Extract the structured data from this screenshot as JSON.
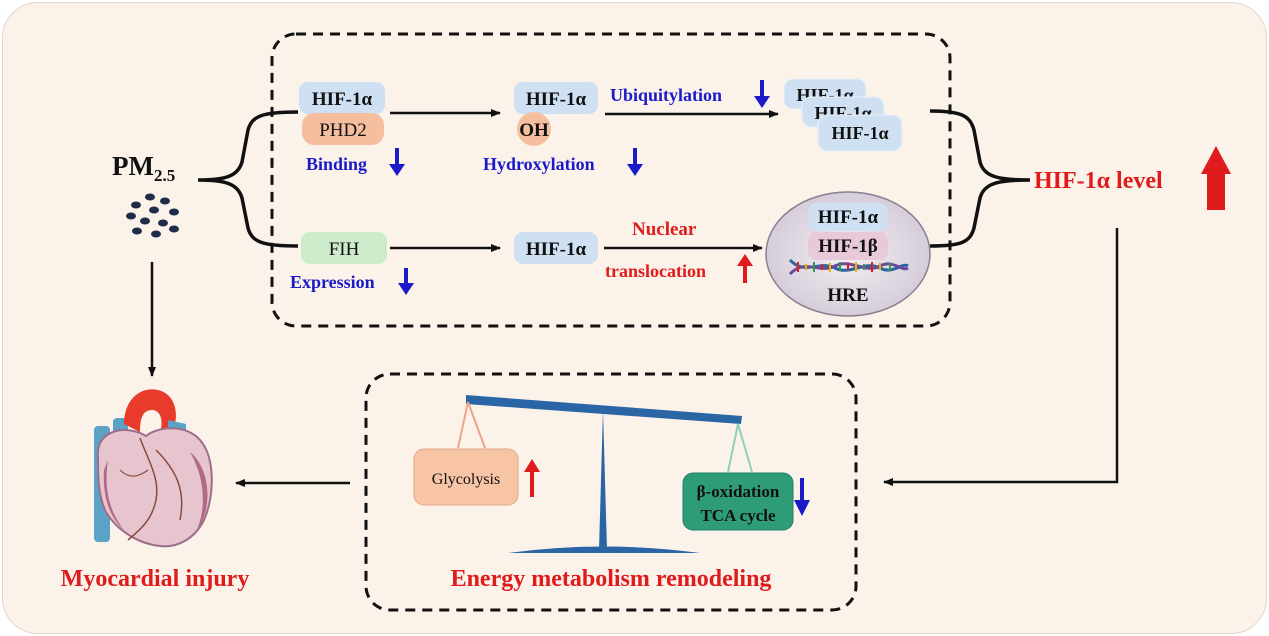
{
  "top_box": {
    "pm": {
      "main": "PM",
      "sub": "2.5"
    },
    "row1": {
      "hif": "HIF-1α",
      "phd2": "PHD2",
      "binding": "Binding",
      "hif_oh": "HIF-1α",
      "oh": "OH",
      "hydroxylation": "Hydroxylation",
      "ubiquitylation": "Ubiquitylation",
      "stack": [
        "HIF-1α",
        "HIF-1α",
        "HIF-1α"
      ]
    },
    "row2": {
      "fih": "FIH",
      "expression": "Expression",
      "hif": "HIF-1α",
      "nuclear": "Nuclear",
      "translocation": "translocation",
      "nucleus": {
        "hif1a": "HIF-1α",
        "hif1b": "HIF-1β",
        "hre": "HRE"
      }
    }
  },
  "hif_level": "HIF-1α level",
  "bottom_box": {
    "glycolysis": "Glycolysis",
    "beta_oxidation": "β-oxidation",
    "tca": "TCA cycle",
    "title": "Energy metabolism remodeling"
  },
  "myocardial": "Myocardial injury",
  "colors": {
    "red": "#e01b1b",
    "blue": "#1a1ac8",
    "pill": "#cfe0f2",
    "phd2": "#f5bf9f",
    "fih": "#cdeacb",
    "glycolysis": "#f7c4a6",
    "beta": "#2e9c78",
    "balance": "#2a66a6"
  }
}
